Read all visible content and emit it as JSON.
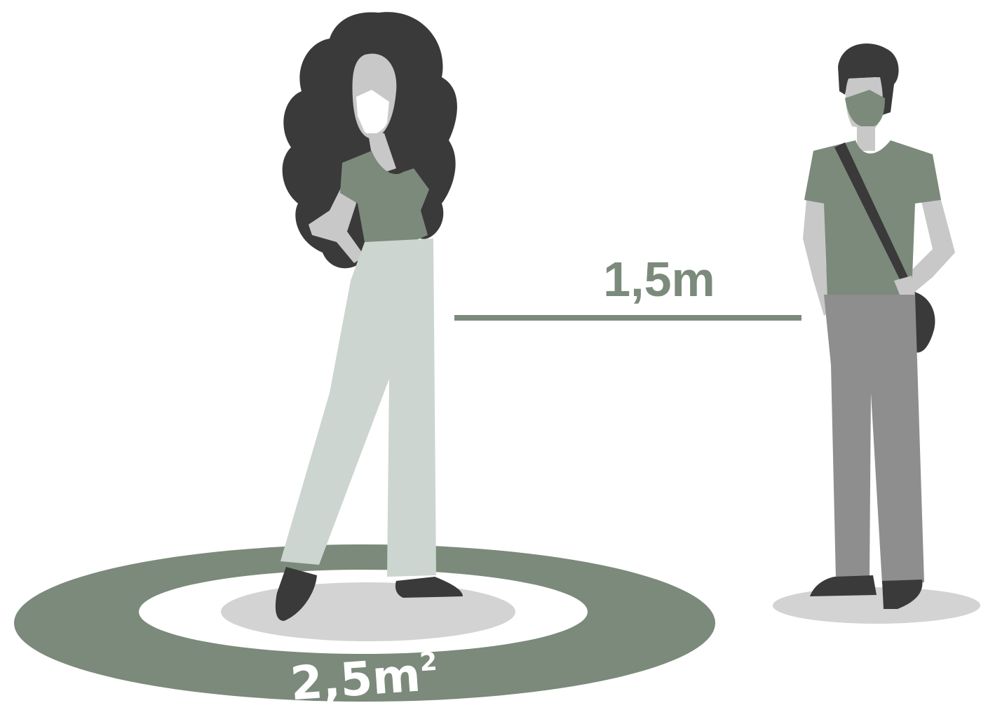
{
  "distance_label": "1,5m",
  "area_label": "2,5m",
  "area_superscript": "2",
  "colors": {
    "accent_green": "#7b8a7b",
    "dark_hair": "#3a3a3a",
    "light_skin": "#c8c8c8",
    "pale_pants": "#cdd5d0",
    "gray_pants": "#8e8e8e",
    "floor_shadow": "#d3d3d3",
    "background": "#ffffff"
  },
  "figures": [
    {
      "name": "woman",
      "mask": "white"
    },
    {
      "name": "man",
      "mask": "green"
    }
  ]
}
